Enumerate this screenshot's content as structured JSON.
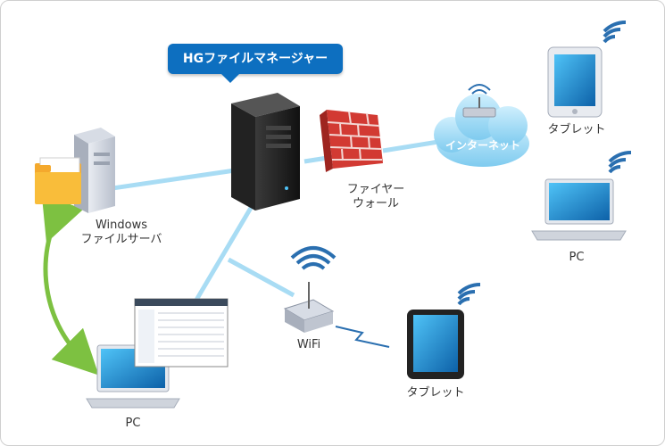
{
  "title": "HGファイルマネージャー",
  "nodes": {
    "windows_server": {
      "label_line1": "Windows",
      "label_line2": "ファイルサーバ"
    },
    "firewall": {
      "label_line1": "ファイヤー",
      "label_line2": "ウォール"
    },
    "internet": {
      "label": "インターネット"
    },
    "tablet_top": {
      "label": "タブレット"
    },
    "pc_right": {
      "label": "PC"
    },
    "wifi": {
      "label": "WiFi"
    },
    "tablet_bottom": {
      "label": "タブレット"
    },
    "pc_bottom": {
      "label": "PC"
    }
  },
  "colors": {
    "link": "#a8dcf4",
    "sync_arrow": "#7dc141",
    "title_bg": "#0d6fc0",
    "firewall": "#d23a33",
    "wifi_signal": "#2a6fb0"
  }
}
